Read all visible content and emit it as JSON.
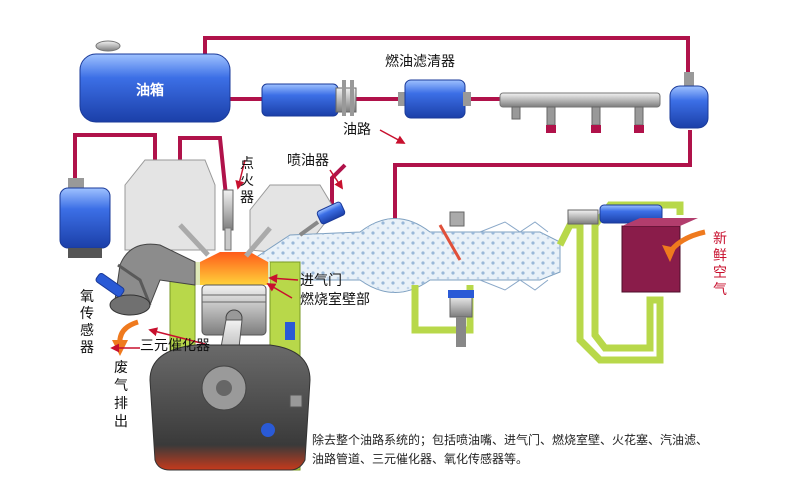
{
  "labels": {
    "fuel_tank": "油箱",
    "fuel_filter": "燃油滤清器",
    "fuel_line": "油路",
    "spark_plug": [
      "点",
      "火",
      "器"
    ],
    "injector": "喷油器",
    "intake_valve": "进气门",
    "chamber_wall": "燃烧室壁部",
    "catalyst": "三元催化器",
    "oxygen_sensor": [
      "氧",
      "传",
      "感",
      "器"
    ],
    "exhaust": [
      "废",
      "气",
      "排",
      "出"
    ],
    "fresh_air": [
      "新",
      "鲜",
      "空",
      "气"
    ]
  },
  "caption": {
    "line1": "除去整个油路系统的；包括喷油嘴、进气门、燃烧室壁、火花塞、汽油滤、",
    "line2": "油路管道、三元催化器、氧化传感器等。"
  },
  "colors": {
    "pipe": "#b0124a",
    "blue_component": "#2a5ad6",
    "engine_green": "#b8d84a",
    "flame": "#f07a1a",
    "arrow_orange": "#ef7a1e",
    "air_box": "#8a1c4a"
  }
}
